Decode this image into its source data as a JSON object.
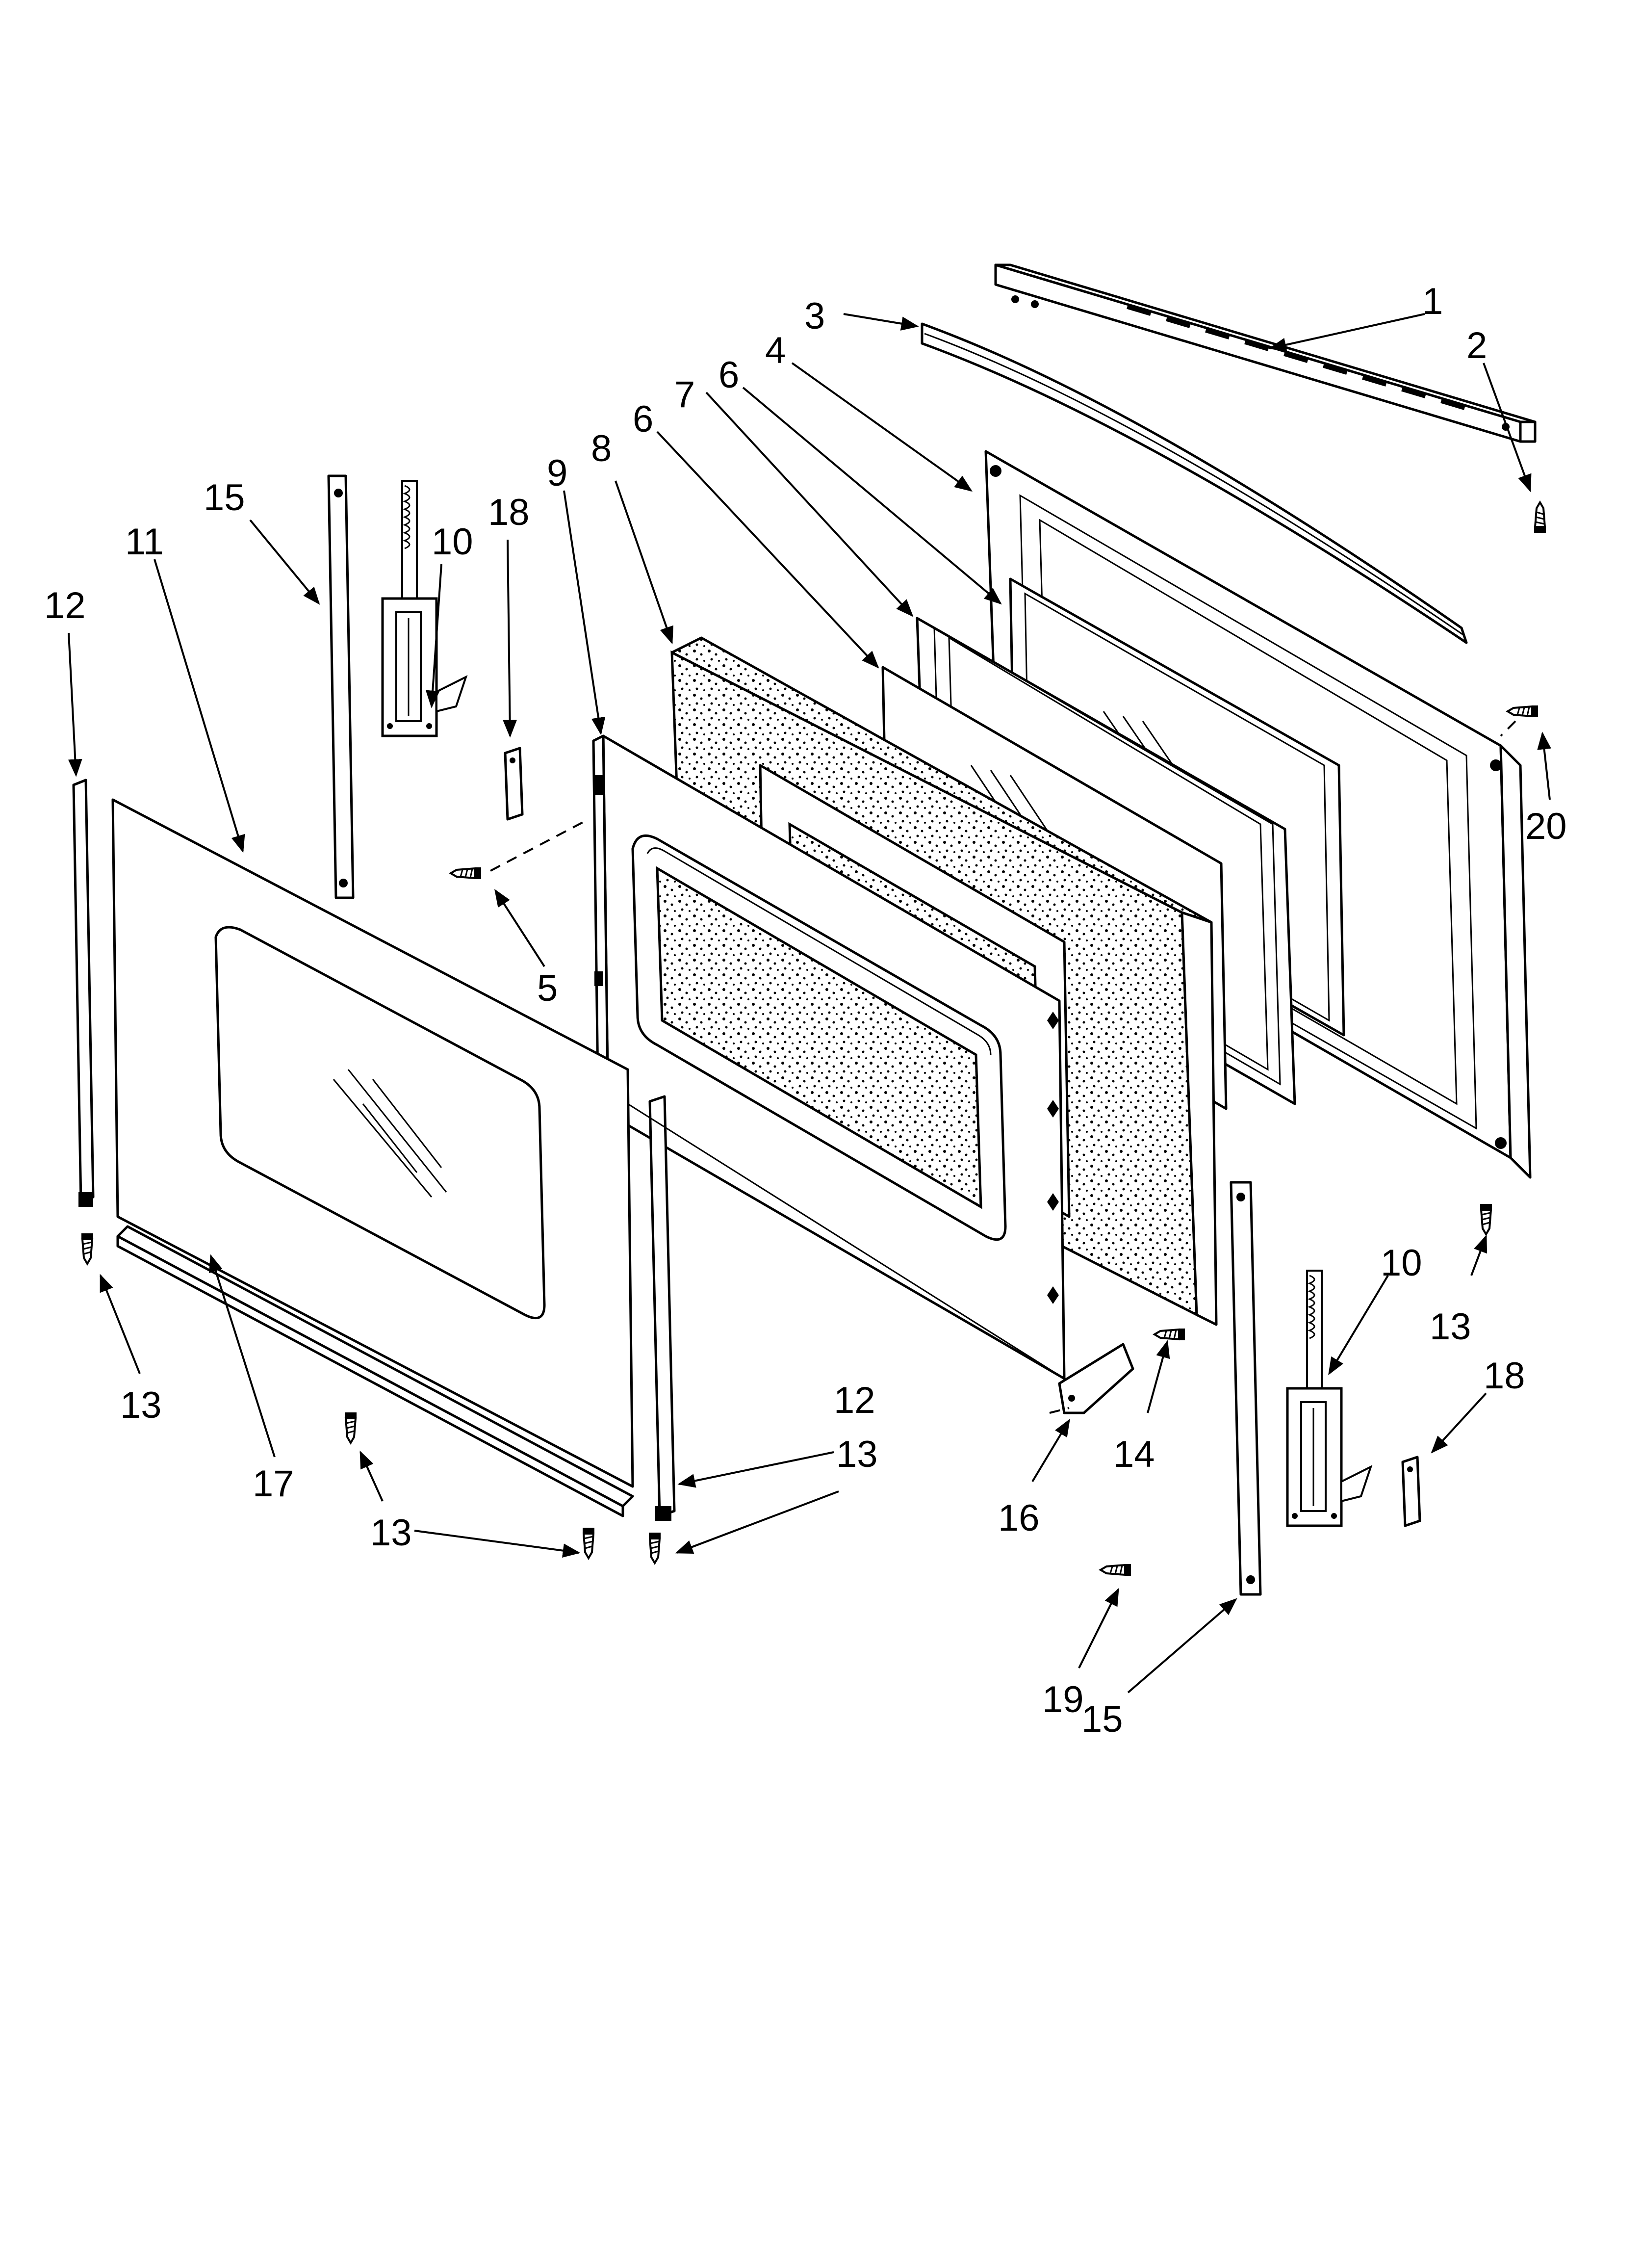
{
  "diagram": {
    "callouts": [
      {
        "id": "c1",
        "label": "1"
      },
      {
        "id": "c2",
        "label": "2"
      },
      {
        "id": "c3",
        "label": "3"
      },
      {
        "id": "c4",
        "label": "4"
      },
      {
        "id": "c5",
        "label": "5"
      },
      {
        "id": "c6a",
        "label": "6"
      },
      {
        "id": "c6b",
        "label": "6"
      },
      {
        "id": "c7",
        "label": "7"
      },
      {
        "id": "c8",
        "label": "8"
      },
      {
        "id": "c9",
        "label": "9"
      },
      {
        "id": "c10a",
        "label": "10"
      },
      {
        "id": "c10b",
        "label": "10"
      },
      {
        "id": "c11",
        "label": "11"
      },
      {
        "id": "c12a",
        "label": "12"
      },
      {
        "id": "c12b",
        "label": "12"
      },
      {
        "id": "c13a",
        "label": "13"
      },
      {
        "id": "c13b",
        "label": "13"
      },
      {
        "id": "c13c",
        "label": "13"
      },
      {
        "id": "c13d",
        "label": "13"
      },
      {
        "id": "c14",
        "label": "14"
      },
      {
        "id": "c15a",
        "label": "15"
      },
      {
        "id": "c15b",
        "label": "15"
      },
      {
        "id": "c16",
        "label": "16"
      },
      {
        "id": "c17",
        "label": "17"
      },
      {
        "id": "c18a",
        "label": "18"
      },
      {
        "id": "c18b",
        "label": "18"
      },
      {
        "id": "c19",
        "label": "19"
      },
      {
        "id": "c20",
        "label": "20"
      }
    ]
  }
}
